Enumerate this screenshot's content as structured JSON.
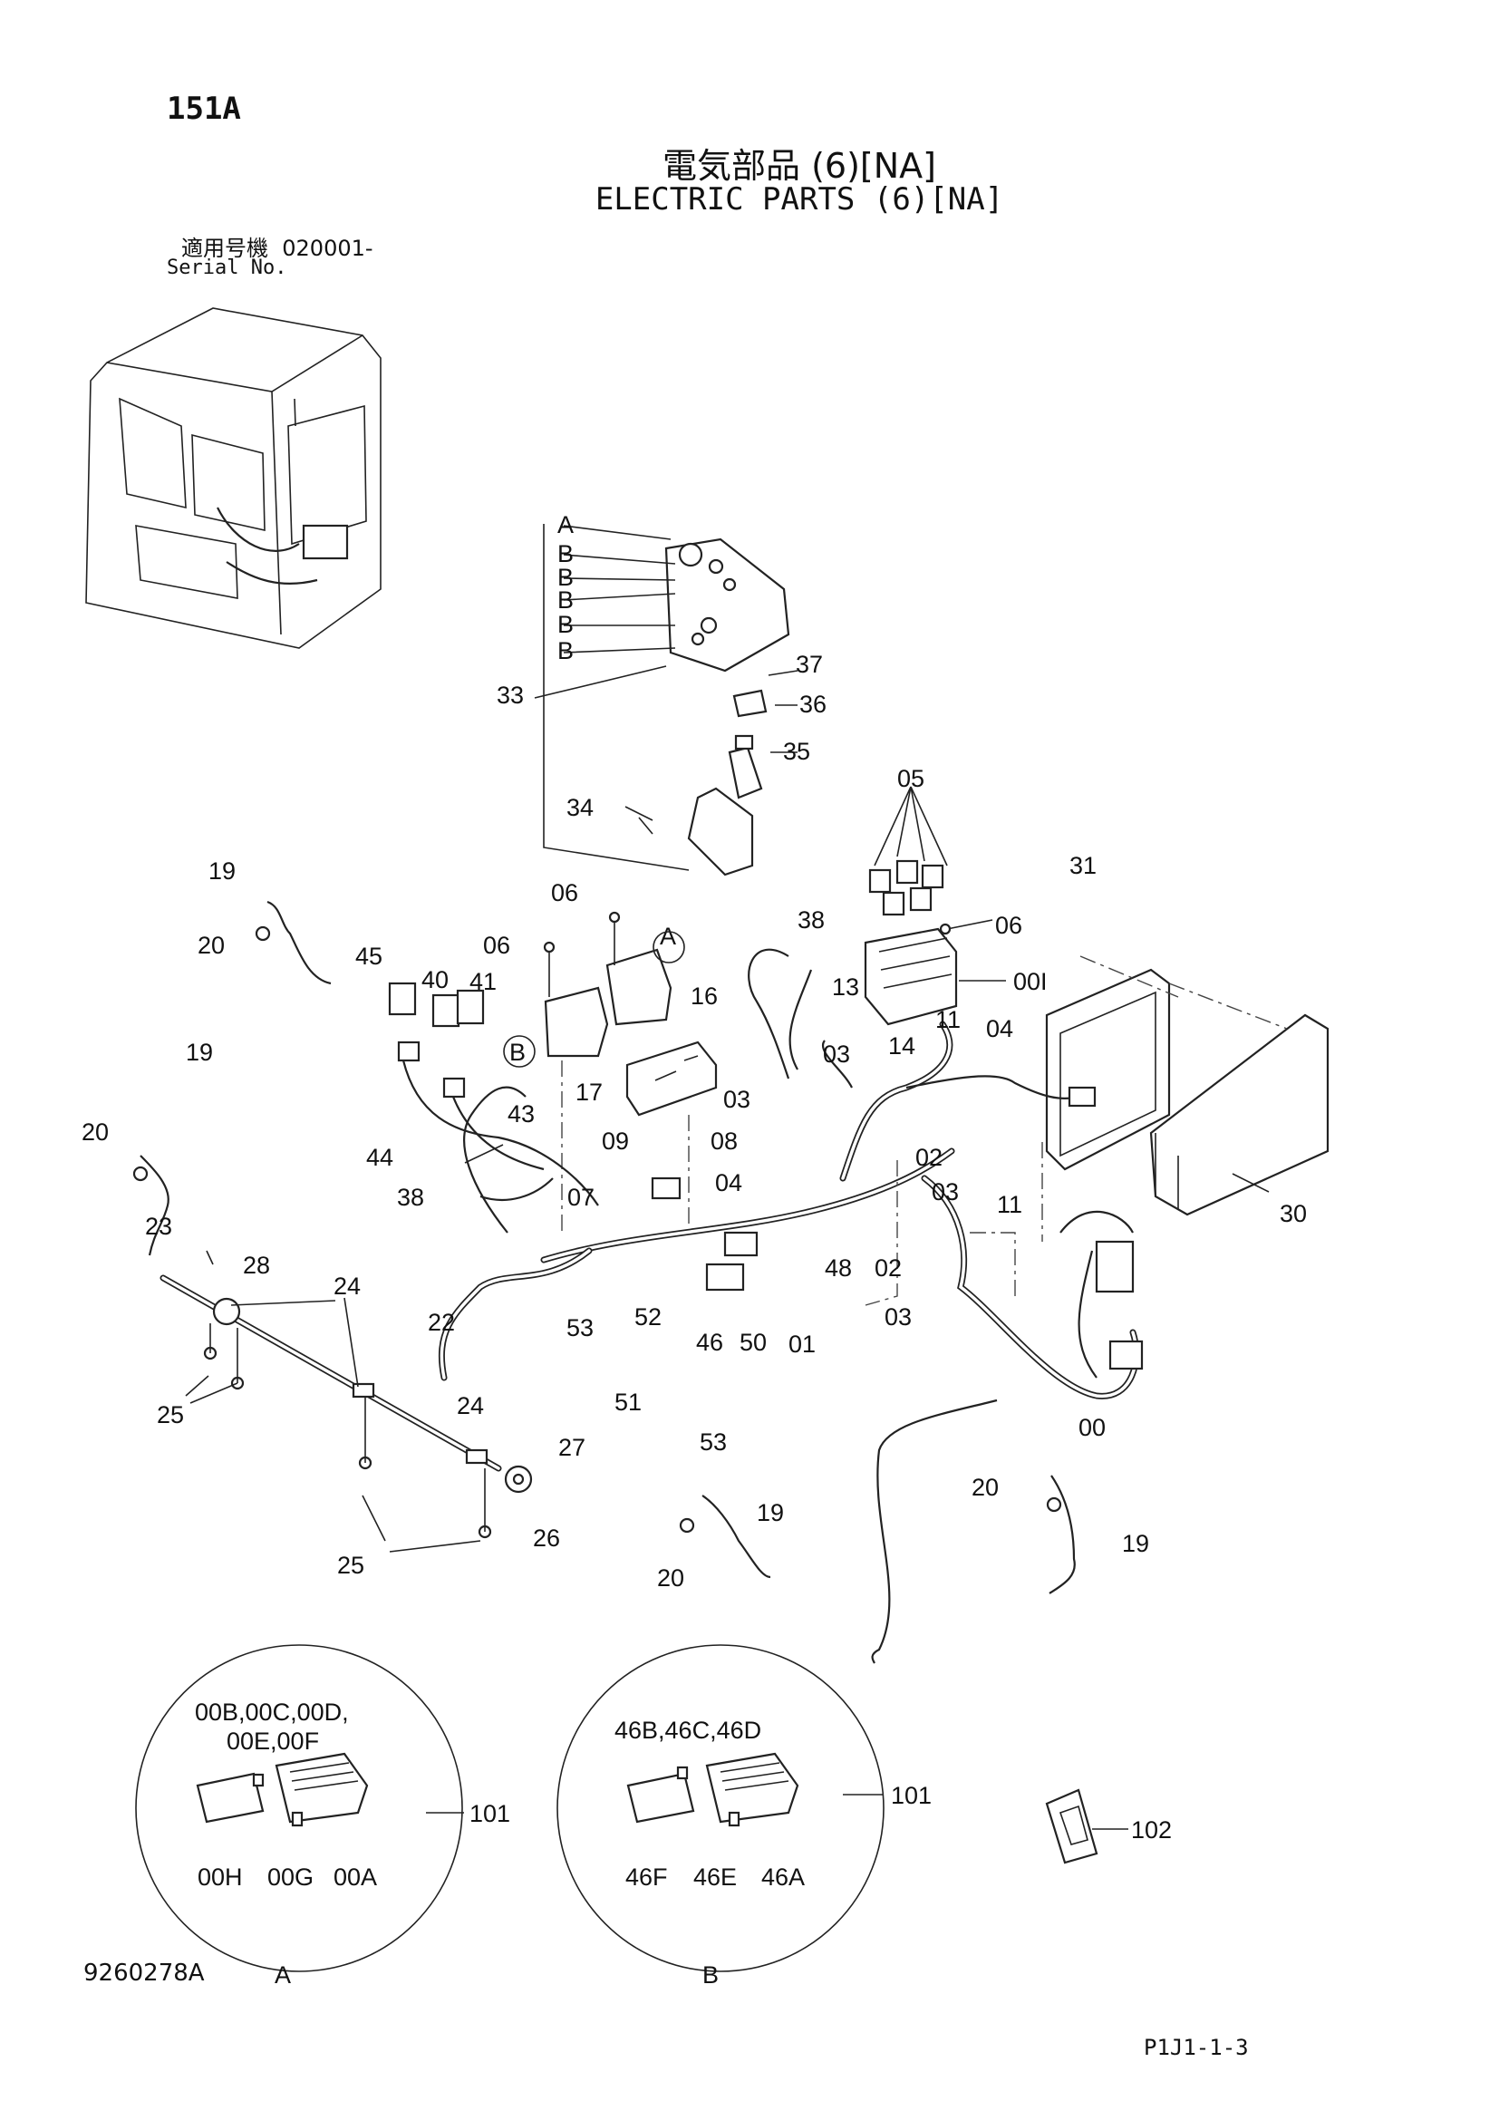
{
  "header": {
    "page_id": "151A",
    "title_jp": "電気部品 (6)[NA]",
    "title_en": "ELECTRIC PARTS (6)[NA]",
    "serial_label_jp": "適用号機",
    "serial_value": "020001-",
    "serial_label_en": "Serial No."
  },
  "footer": {
    "drawing_no": "9260278A",
    "page_ref": "P1J1-1-3"
  },
  "callouts": {
    "A": "A",
    "B": "B",
    "p00": "00",
    "p01": "01",
    "p02": "02",
    "p03": "03",
    "p04": "04",
    "p05": "05",
    "p06": "06",
    "p07": "07",
    "p08": "08",
    "p09": "09",
    "p11": "11",
    "p13": "13",
    "p14": "14",
    "p16": "16",
    "p17": "17",
    "p19": "19",
    "p20": "20",
    "p22": "22",
    "p23": "23",
    "p24": "24",
    "p25": "25",
    "p26": "26",
    "p27": "27",
    "p28": "28",
    "p30": "30",
    "p31": "31",
    "p33": "33",
    "p34": "34",
    "p35": "35",
    "p36": "36",
    "p37": "37",
    "p38": "38",
    "p40": "40",
    "p41": "41",
    "p43": "43",
    "p44": "44",
    "p45": "45",
    "p46": "46",
    "p48": "48",
    "p50": "50",
    "p51": "51",
    "p52": "52",
    "p53": "53",
    "p00I": "00I",
    "p101": "101",
    "p102": "102",
    "detailA_parts": "00B,00C,00D,",
    "detailA_parts2": "00E,00F",
    "p00H": "00H",
    "p00G": "00G",
    "p00A": "00A",
    "detailB_parts": "46B,46C,46D",
    "p46F": "46F",
    "p46E": "46E",
    "p46A": "46A"
  }
}
